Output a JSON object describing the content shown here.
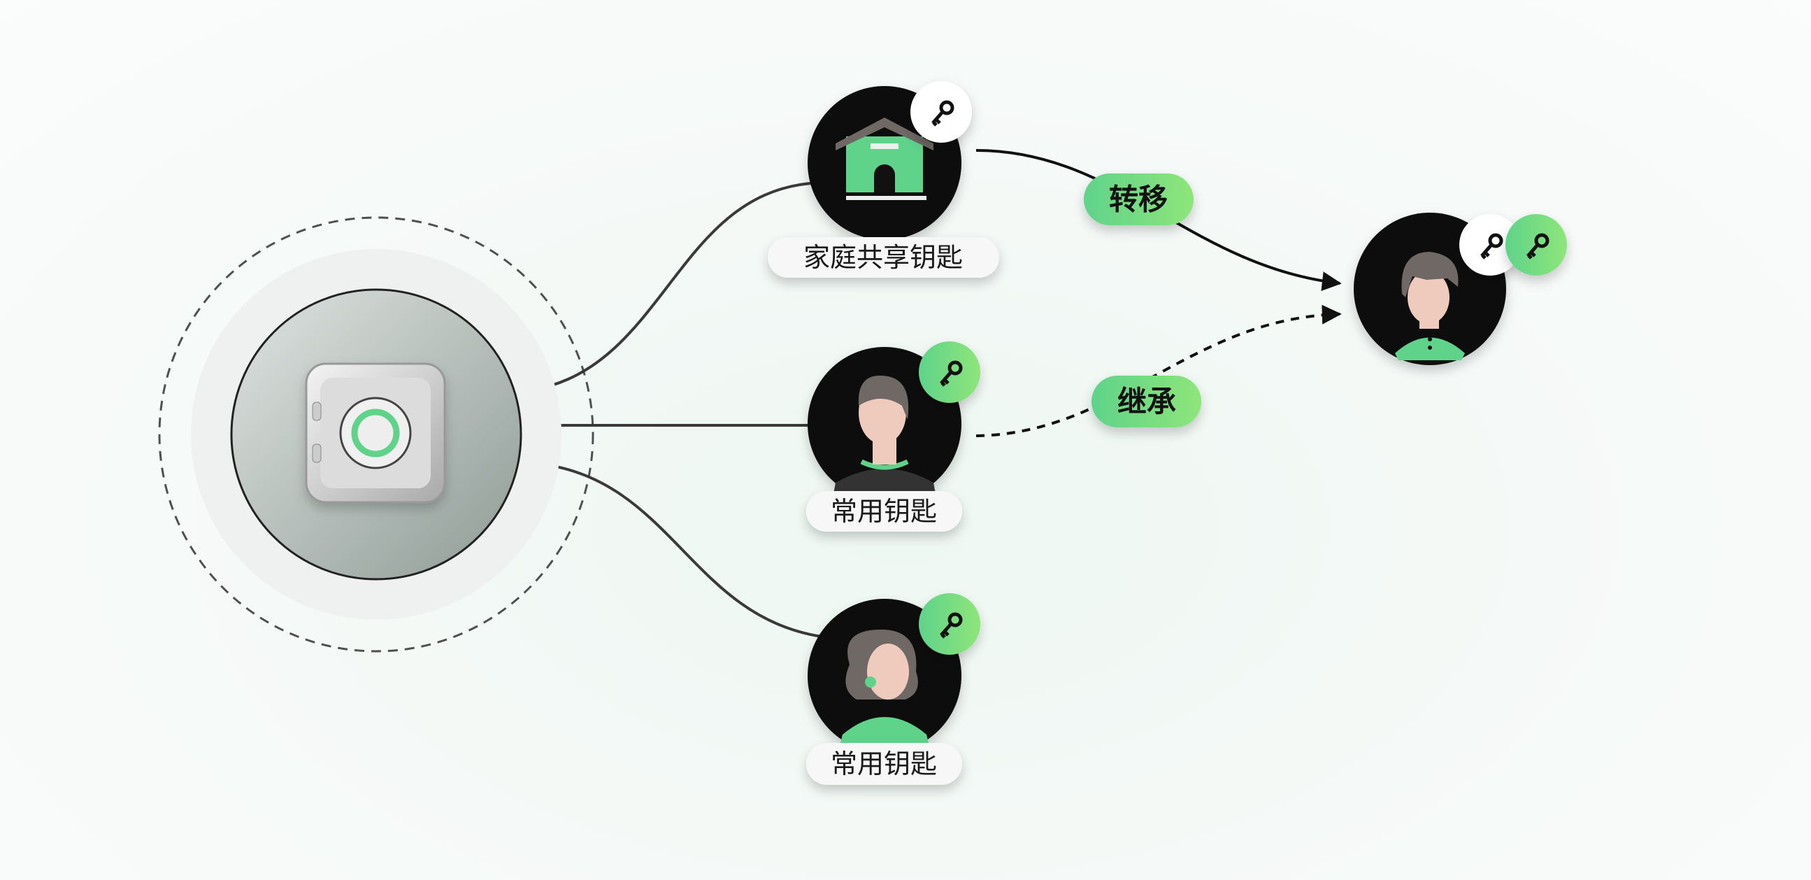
{
  "nodes": {
    "family_key": {
      "label": "家庭共享钥匙"
    },
    "common_key_1": {
      "label": "常用钥匙"
    },
    "common_key_2": {
      "label": "常用钥匙"
    }
  },
  "actions": {
    "transfer": "转移",
    "inherit": "继承"
  },
  "colors": {
    "accent": "#5fd38a",
    "dark": "#111111",
    "skin": "#eecbbd",
    "hair": "#6f6865"
  },
  "icons": [
    "safe-icon",
    "house-icon",
    "key-icon",
    "man-avatar-icon",
    "woman-avatar-icon",
    "boy-avatar-icon"
  ]
}
